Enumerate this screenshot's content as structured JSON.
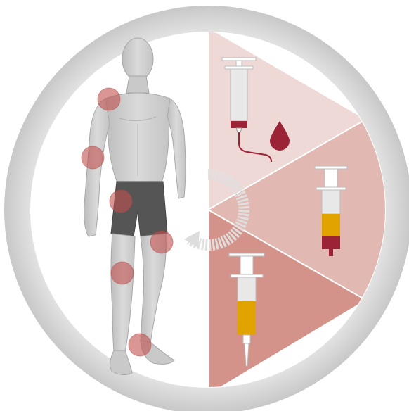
{
  "diagram": {
    "colors": {
      "outer_ring": "#d9d9d9",
      "inner_disc": "#ffffff",
      "segment_draw": "#efd9d7",
      "segment_centrifuge": "#e2b8b2",
      "segment_inject": "#d4938a",
      "blood": "#9b2335",
      "plasma": "#e0a300",
      "barrel": "#e5e5e5",
      "figure_skin": "#d0d0d0",
      "figure_outline": "#9a9a9a",
      "shorts": "#555555",
      "joint_marker": "#c0504d",
      "arrow": "#dcdcdc"
    },
    "steps": [
      {
        "id": "draw-blood",
        "icon": "syringe-with-blood-icon"
      },
      {
        "id": "centrifuge",
        "icon": "separated-syringe-icon"
      },
      {
        "id": "inject-prp",
        "icon": "prp-syringe-icon"
      }
    ],
    "joints": [
      "shoulder",
      "elbow",
      "hip",
      "knee",
      "lower-leg",
      "ankle"
    ],
    "icons": [
      "blood-drop-icon",
      "cycle-arrow-icon",
      "human-figure-icon"
    ]
  }
}
